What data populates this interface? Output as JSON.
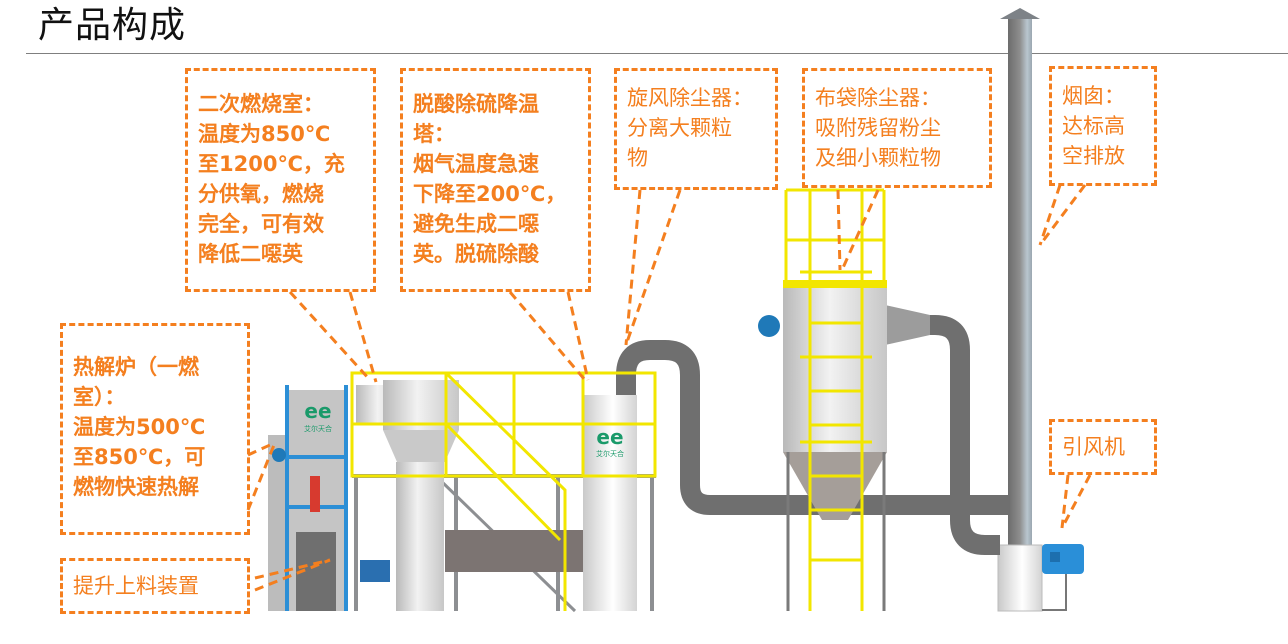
{
  "header": {
    "title": "产品构成"
  },
  "brand": {
    "logo_text": "艾尔天合"
  },
  "colors": {
    "accent": "#f47f1f",
    "railing": "#f2e600",
    "frame_blue": "#2c8fd6",
    "steel": "#8d8f92",
    "pipe": "#6e6e6e",
    "logo_green": "#1a9a6a"
  },
  "callouts": [
    {
      "id": "secondary-combustion-chamber",
      "lines": [
        "二次燃烧室：",
        "温度为850℃",
        "至1200℃，充",
        "分供氧，燃烧",
        "完全，可有效",
        "降低二噁英"
      ]
    },
    {
      "id": "deacid-desulfur-cooling-tower",
      "lines": [
        "脱酸除硫降温",
        "塔：",
        "烟气温度急速",
        "下降至200℃，",
        "避免生成二噁",
        "英。脱硫除酸"
      ]
    },
    {
      "id": "cyclone-dust-collector",
      "lines": [
        "旋风除尘器：",
        "分离大颗粒",
        "物"
      ]
    },
    {
      "id": "bag-dust-collector",
      "lines": [
        "布袋除尘器：",
        "吸附残留粉尘",
        "及细小颗粒物"
      ]
    },
    {
      "id": "chimney",
      "lines": [
        "烟囱：",
        "达标高",
        "空排放"
      ]
    },
    {
      "id": "pyrolysis-furnace",
      "lines": [
        "热解炉（一燃",
        "室）：",
        "温度为500℃",
        "至850℃，可",
        "燃物快速热解"
      ]
    },
    {
      "id": "lifting-feeder",
      "lines": [
        "提升上料装置"
      ]
    },
    {
      "id": "induced-draft-fan",
      "lines": [
        "引风机"
      ]
    }
  ]
}
